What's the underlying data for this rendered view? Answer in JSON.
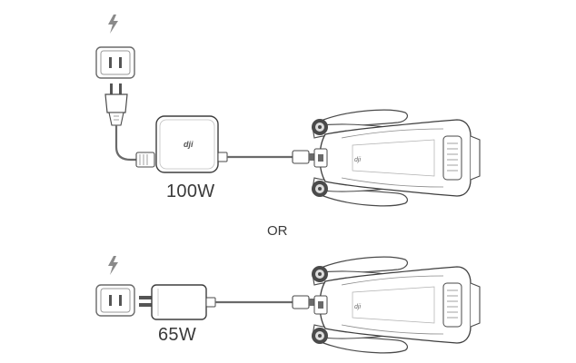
{
  "option_1": {
    "power_label": "100W",
    "adapter_logo": "dji"
  },
  "separator": {
    "text": "OR"
  },
  "option_2": {
    "power_label": "65W"
  },
  "icons": [
    "lightning-icon",
    "wall-socket-icon",
    "power-plug-icon",
    "power-adapter-icon",
    "usb-c-cable-icon",
    "drone-icon"
  ]
}
